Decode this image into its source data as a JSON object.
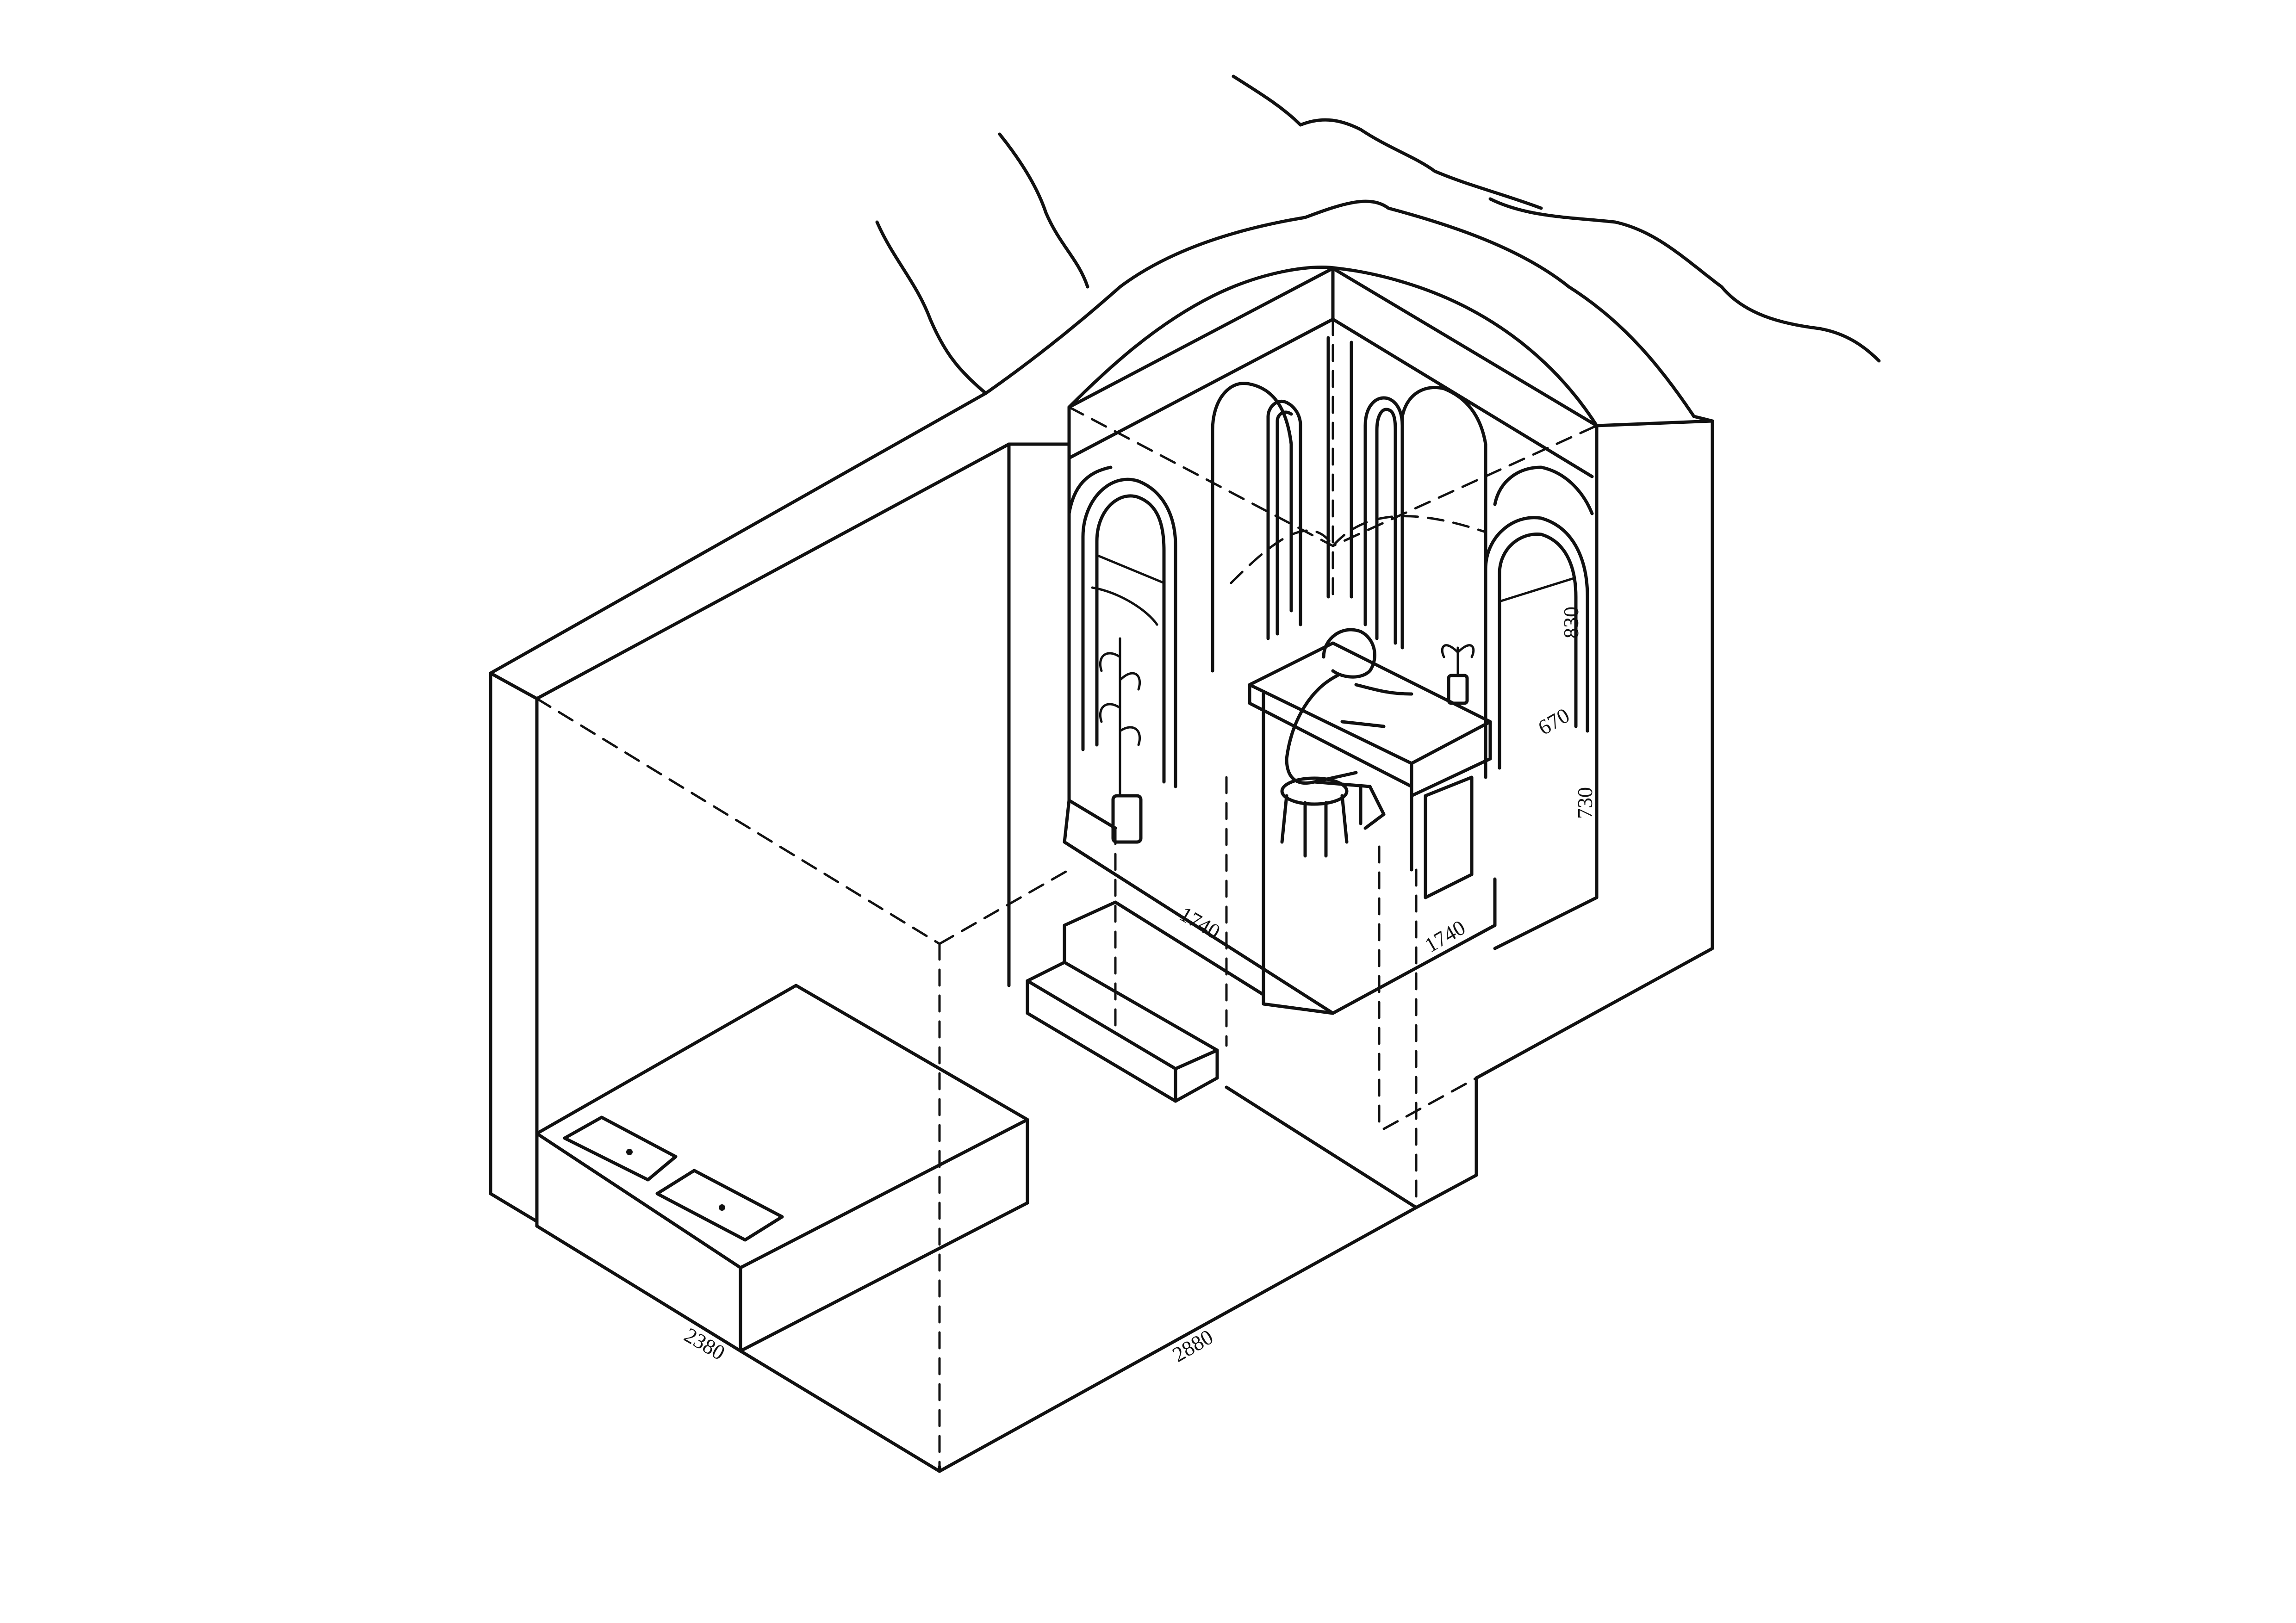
{
  "drawing": {
    "colors": {
      "ink": "#111111",
      "paper": "#ffffff"
    },
    "dimensions": {
      "bed_width": "2380",
      "room_length": "2880",
      "alcove_depth_left": "1740",
      "alcove_depth_right": "1740",
      "window_height": "830",
      "sill_width": "670",
      "desk_height": "730"
    }
  }
}
